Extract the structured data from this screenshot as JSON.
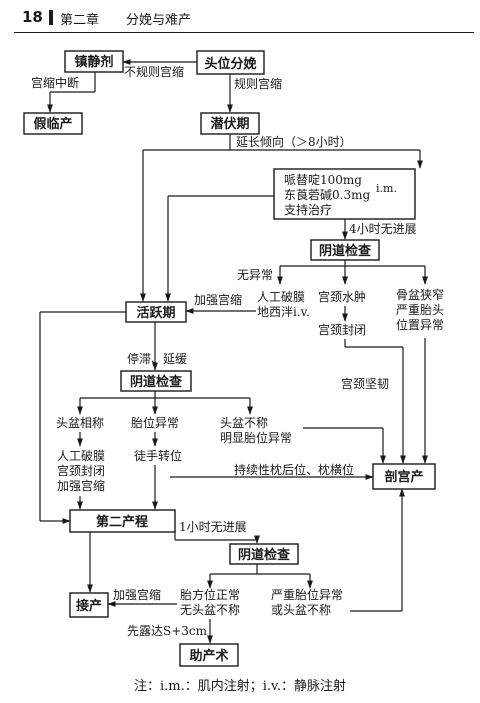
{
  "page_header": {
    "page_number": "18",
    "chapter": "第二章",
    "title": "分娩与难产"
  },
  "nodes": {
    "sedative": "镇静剂",
    "head_labor": "头位分娩",
    "false_labor": "假临产",
    "latent": "潜伏期",
    "active": "活跃期",
    "vag_exam_1": "阴道检查",
    "vag_exam_2": "阴道检查",
    "vag_exam_3": "阴道检查",
    "cesarean": "剖宫产",
    "second_stage": "第二产程",
    "delivery": "接产",
    "assisted": "助产术"
  },
  "drug_box": {
    "line1": "哌替啶100mg",
    "line2": "东莨菪碱0.3mg",
    "line3": "支持治疗",
    "route": "i.m."
  },
  "labels": {
    "irregular": "不规则宫缩",
    "contraction_stop": "宫缩中断",
    "regular": "规则宫缩",
    "prolonged": "延长倾向（＞8小时）",
    "no_progress_4h": "4小时无进展",
    "normal": "无异常",
    "rupture_line1": "人工破膜",
    "rupture_line2": "地西泮i.v.",
    "cervical_edema": "宫颈水肿",
    "pelvis_line1": "骨盆狭窄",
    "pelvis_line2": "严重胎头",
    "pelvis_line3": "位置异常",
    "strengthen_1": "加强宫缩",
    "cervix_block": "宫颈封闭",
    "cervix_hard": "宫颈坚韧",
    "arrest": "停滞、延缓",
    "cpd_normal": "头盆相称",
    "malposition": "胎位异常",
    "cpd_line1": "头盆不称",
    "cpd_line2": "明显胎位异常",
    "mgmt_line1": "人工破膜",
    "mgmt_line2": "宫颈封闭",
    "mgmt_line3": "加强宫缩",
    "manual_rotation": "徒手转位",
    "persistent": "持续性枕后位、枕横位",
    "no_progress_1h": "1小时无进展",
    "strengthen_2": "加强宫缩",
    "fetal_normal_line1": "胎方位正常",
    "fetal_normal_line2": "无头盆不称",
    "severe_line1": "严重胎位异常",
    "severe_line2": "或头盆不称",
    "presenting": "先露达S+3cm"
  },
  "footnote": "注：i.m.：肌内注射；i.v.：静脉注射"
}
